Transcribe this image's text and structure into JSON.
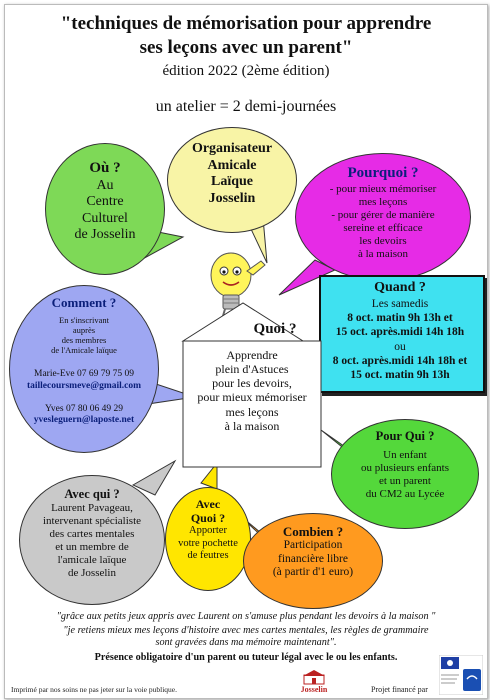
{
  "header": {
    "title_line1": "\"techniques de mémorisation pour apprendre",
    "title_line2": "ses leçons avec un parent\"",
    "edition": "édition 2022 (2ème édition)",
    "atelier": "un atelier = 2 demi-journées"
  },
  "organisateur": {
    "heading": "Organisateur",
    "lines": [
      "Amicale",
      "Laïque",
      "Josselin"
    ]
  },
  "ou": {
    "heading": "Où ?",
    "lines": [
      "Au",
      "Centre",
      "Culturel",
      "de Josselin"
    ]
  },
  "pourquoi": {
    "heading": "Pourquoi ?",
    "lines": [
      "- pour mieux mémoriser",
      "mes leçons",
      "- pour gérer de manière",
      "sereine et efficace",
      "les devoirs",
      "à la maison"
    ]
  },
  "quand": {
    "heading": "Quand ?",
    "line1": "Les samedis",
    "line2": "8 oct. matin 9h 13h et",
    "line3": "15 oct. après.midi 14h 18h",
    "line4": "ou",
    "line5": "8 oct. après.midi 14h 18h et",
    "line6": "15 oct. matin 9h 13h"
  },
  "comment": {
    "heading": "Comment ?",
    "lines": [
      "En s'inscrivant",
      "auprès",
      "des membres",
      "de l'Amicale laïque"
    ],
    "contact1_name": "Marie-Eve 07 69 79 75 09",
    "contact1_email": "taillecoursmeve@gmail.com",
    "contact2_name": "Yves 07 80 06 49 29",
    "contact2_email": "yvesleguern@laposte.net"
  },
  "quoi": {
    "heading": "Quoi ?",
    "lines": [
      "Apprendre",
      "plein d'Astuces",
      "pour les devoirs,",
      "pour mieux mémoriser",
      "mes leçons",
      "à la maison"
    ]
  },
  "pourqui": {
    "heading": "Pour Qui ?",
    "lines": [
      "Un enfant",
      "ou plusieurs enfants",
      "et un parent",
      "du CM2 au Lycée"
    ]
  },
  "avecqui": {
    "heading": "Avec qui ?",
    "lines": [
      "Laurent Pavageau,",
      "intervenant spécialiste",
      "des cartes mentales",
      "et un membre de",
      "l'amicale laïque",
      "de Josselin"
    ]
  },
  "avecquoi": {
    "heading_line1": "Avec",
    "heading_line2": "Quoi ?",
    "lines": [
      "Apporter",
      "votre pochette",
      "de feutres"
    ]
  },
  "combien": {
    "heading": "Combien ?",
    "lines": [
      "Participation",
      "financière libre",
      "(à partir d'1 euro)"
    ]
  },
  "footer": {
    "quote1": "\"grâce aux petits jeux appris avec Laurent on s'amuse plus pendant les devoirs à la maison \"",
    "quote2_line1": "\"je retiens mieux mes leçons d'histoire avec mes cartes mentales, les règles de grammaire",
    "quote2_line2": "sont gravées dans ma mémoire maintenant\".",
    "presence": "Présence obligatoire d'un parent ou tuteur légal avec le ou les enfants.",
    "imprime": "Imprimé par nos soins ne pas jeter sur la voie publique.",
    "josselin": "Josselin",
    "projet": "Projet financé par"
  },
  "colors": {
    "organisateur": "#f8f4a6",
    "ou": "#7ed957",
    "pourquoi": "#e62be6",
    "quand": "#3fe1f0",
    "comment": "#9ea7f2",
    "pourqui": "#54d83b",
    "avecqui": "#c9c9c9",
    "avecquoi": "#ffe600",
    "combien": "#ff9a1f"
  }
}
